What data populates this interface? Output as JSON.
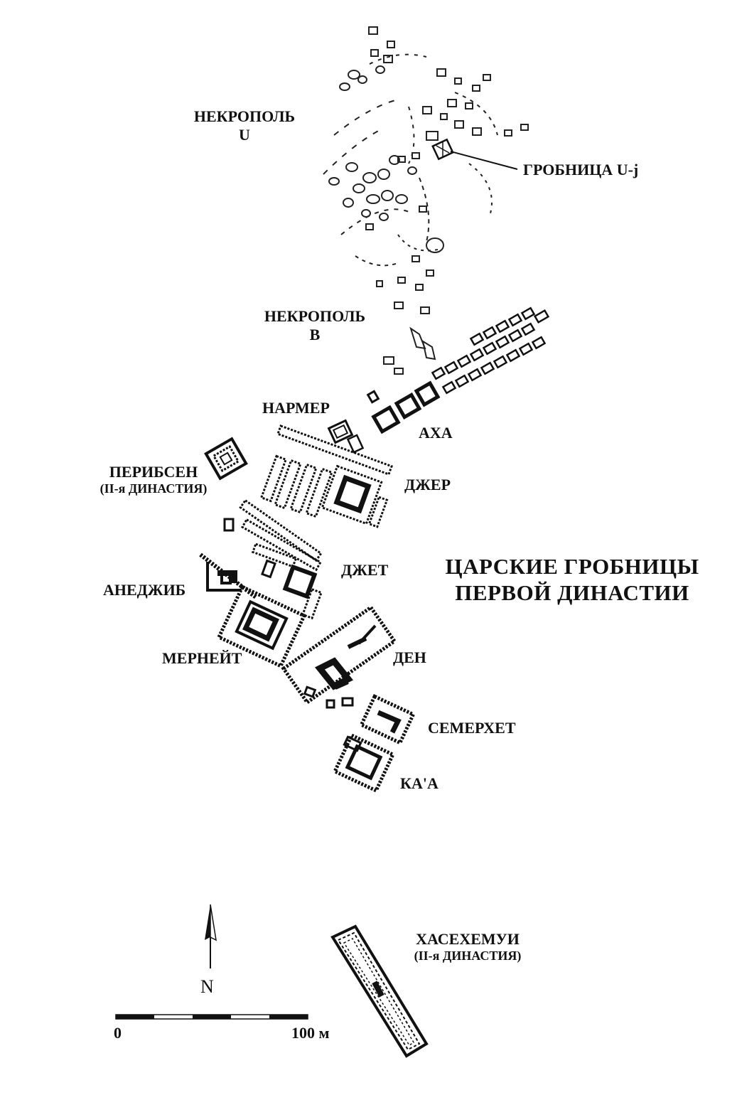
{
  "title": {
    "line1": "ЦАРСКИЕ ГРОБНИЦЫ",
    "line2": "ПЕРВОЙ ДИНАСТИИ"
  },
  "labels": {
    "necropolis_u": {
      "line1": "НЕКРОПОЛЬ",
      "line2": "U"
    },
    "tomb_uj": "ГРОБНИЦА U-j",
    "necropolis_b": {
      "line1": "НЕКРОПОЛЬ",
      "line2": "B"
    },
    "narmer": "НАРМЕР",
    "aha": "АХА",
    "peribsen": {
      "line1": "ПЕРИБСЕН",
      "line2": "(II-я ДИНАСТИЯ)"
    },
    "djer": "ДЖЕР",
    "djet": "ДЖЕТ",
    "anedjib": "АНЕДЖИБ",
    "merneith": "МЕРНЕЙТ",
    "den": "ДЕН",
    "semerkhet": "СЕМЕРХЕТ",
    "qaa": "КА'А",
    "khasekhemwy": {
      "line1": "ХАСЕХЕМУИ",
      "line2": "(II-я ДИНАСТИЯ)"
    }
  },
  "north_arrow": {
    "letter": "N",
    "icon": "north-arrow-icon"
  },
  "scale_bar": {
    "start": "0",
    "end": "100 м"
  },
  "colors": {
    "ink": "#111111",
    "paper": "#ffffff"
  }
}
